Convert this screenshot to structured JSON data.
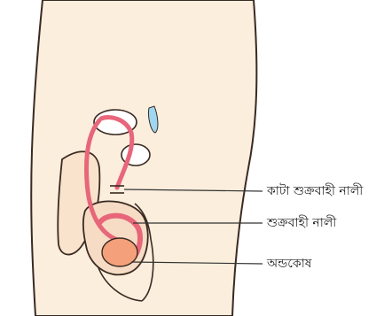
{
  "labels": {
    "cut_vas_deferens": "কাটা শুক্রবাহী নালী",
    "vas_deferens": "শুক্রবাহী নালী",
    "testis": "অন্ডকোষ"
  },
  "colors": {
    "skin": "#fbeedd",
    "outline": "#3a2a22",
    "duct": "#e8667a",
    "testis": "#f4a07a",
    "clip": "#9fd6f0",
    "leader_line": "#333333"
  }
}
